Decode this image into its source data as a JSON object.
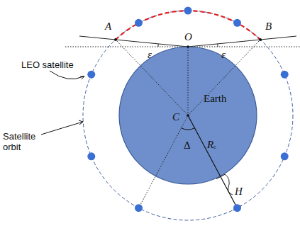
{
  "diagram": {
    "nodes": [
      {
        "text": [
          "Earth"
        ]
      }
    ],
    "labels": [
      "A",
      "B",
      "O",
      "ε",
      "ε",
      "LEO satellite",
      "Satellite orbit",
      "C",
      "Δ",
      "Rₑ",
      "H"
    ]
  }
}
